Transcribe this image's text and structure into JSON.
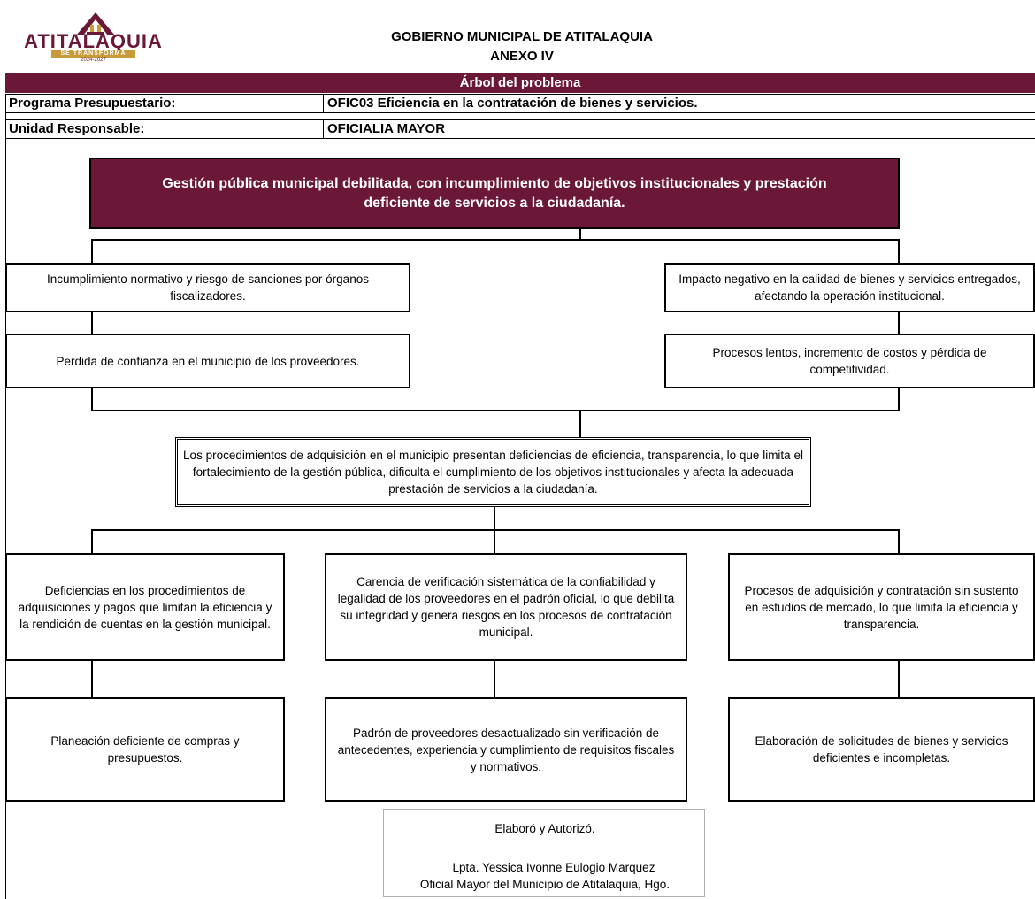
{
  "logo": {
    "name": "ATITALAQUIA",
    "tagline": "SE TRANSFORMA",
    "years": "2024-2027"
  },
  "header": {
    "title": "GOBIERNO MUNICIPAL DE ATITALAQUIA",
    "subtitle": "ANEXO IV",
    "section": "Árbol del problema"
  },
  "colors": {
    "brand": "#6b1838"
  },
  "program": {
    "label": "Programa Presupuestario:",
    "value": "OFIC03 Eficiencia en la contratación de bienes y servicios."
  },
  "unit": {
    "label": "Unidad Responsable:",
    "value": "OFICIALIA MAYOR"
  },
  "top_effect": "Gestión pública municipal debilitada, con incumplimiento de objetivos institucionales y prestación deficiente de servicios a la ciudadanía.",
  "effects": {
    "left_1": "Incumplimiento normativo y riesgo de sanciones por órganos fiscalizadores.",
    "left_2": "Perdida de confianza en el municipio de los proveedores.",
    "right_1": "Impacto negativo en la calidad de bienes y servicios entregados, afectando la operación institucional.",
    "right_2": "Procesos lentos, incremento de costos y pérdida de competitividad."
  },
  "central_problem": "Los procedimientos de adquisición en el municipio presentan deficiencias de eficiencia, transparencia, lo que limita el fortalecimiento de la gestión pública, dificulta el cumplimiento de los objetivos institucionales y afecta la adecuada prestación de servicios a la ciudadanía.",
  "causes": [
    "Deficiencias en los procedimientos de adquisiciones y pagos que limitan la eficiencia y la rendición de cuentas en la gestión municipal.",
    "Carencia de verificación sistemática de la confiabilidad y legalidad de los proveedores en el padrón oficial, lo que debilita su integridad y genera riesgos en los procesos de contratación municipal.",
    "Procesos de adquisición y contratación sin sustento en estudios de mercado, lo que limita la eficiencia y transparencia."
  ],
  "subcauses": [
    "Planeación deficiente de compras y presupuestos.",
    "Padrón de proveedores desactualizado sin verificación de antecedentes, experiencia y cumplimiento de requisitos fiscales y normativos.",
    "Elaboración de solicitudes de bienes y servicios deficientes e incompletas."
  ],
  "signature": {
    "caption": "Elaboró y Autorizó.",
    "name": "Lpta. Yessica Ivonne  Eulogio Marquez",
    "role": "Oficial Mayor del Municipio de Atitalaquia, Hgo."
  }
}
